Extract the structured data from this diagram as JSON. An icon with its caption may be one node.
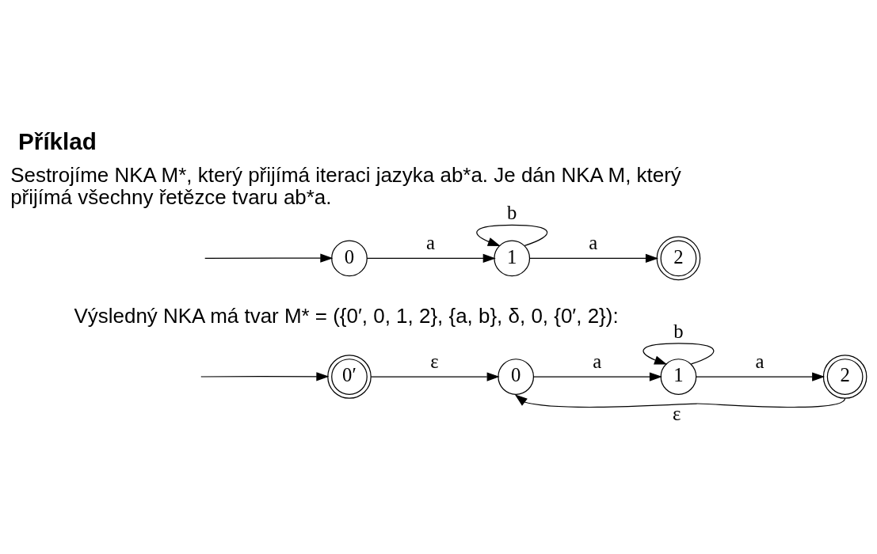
{
  "diagram": {
    "title": "Příklad",
    "nodes": [
      {
        "text": [
          "0"
        ]
      },
      {
        "text": [
          "1"
        ]
      },
      {
        "text": [
          "2"
        ]
      },
      {
        "text": [
          "0′"
        ]
      },
      {
        "text": [
          "0"
        ]
      },
      {
        "text": [
          "1"
        ]
      },
      {
        "text": [
          "2"
        ]
      }
    ],
    "edges": [
      {
        "from": null,
        "to": 0,
        "arrow": "to"
      },
      {
        "from": 0,
        "to": 1,
        "arrow": "to",
        "label": "a"
      },
      {
        "from": 1,
        "to": 1,
        "arrow": "to",
        "label": "b"
      },
      {
        "from": 1,
        "to": 2,
        "arrow": "to",
        "label": "a"
      },
      {
        "from": null,
        "to": 3,
        "arrow": "to"
      },
      {
        "from": 3,
        "to": 4,
        "arrow": "to",
        "label": "ε"
      },
      {
        "from": 4,
        "to": 5,
        "arrow": "to",
        "label": "a"
      },
      {
        "from": 5,
        "to": 5,
        "arrow": "to",
        "label": "b"
      },
      {
        "from": 5,
        "to": 6,
        "arrow": "to",
        "label": "a"
      },
      {
        "from": 6,
        "to": 4,
        "arrow": "to",
        "label": "ε"
      }
    ],
    "labels": [
      "Sestrojíme NKA M*, který přijímá iteraci jazyka ab*a. Je dán NKA M, který přijímá všechny řetězce tvaru ab*a.",
      "Výsledný NKA má tvar M* = ({0′, 0, 1, 2}, {a, b}, δ, 0, {0′, 2}):"
    ]
  }
}
